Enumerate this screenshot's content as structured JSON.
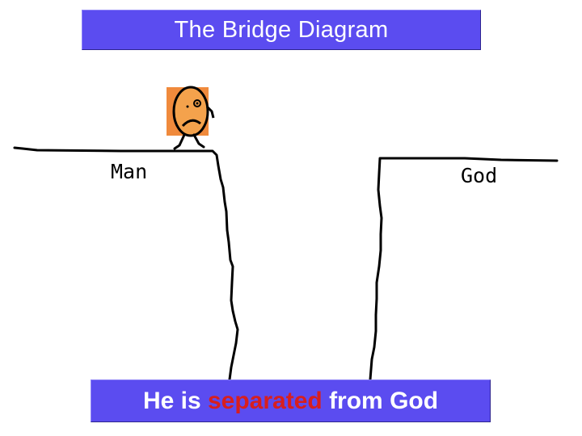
{
  "title": "The Bridge Diagram",
  "labels": {
    "left": "Man",
    "right": "God"
  },
  "caption": {
    "prefix": "He is ",
    "highlight": "separated",
    "suffix": " from God"
  },
  "colors": {
    "banner_bg": "#5b4cf0",
    "banner_text": "#ffffff",
    "highlight": "#d81e1e",
    "figure_bg": "#f08a3c",
    "figure_face": "#f4a24c"
  },
  "figure": {
    "icon": "sad-man-figure"
  }
}
